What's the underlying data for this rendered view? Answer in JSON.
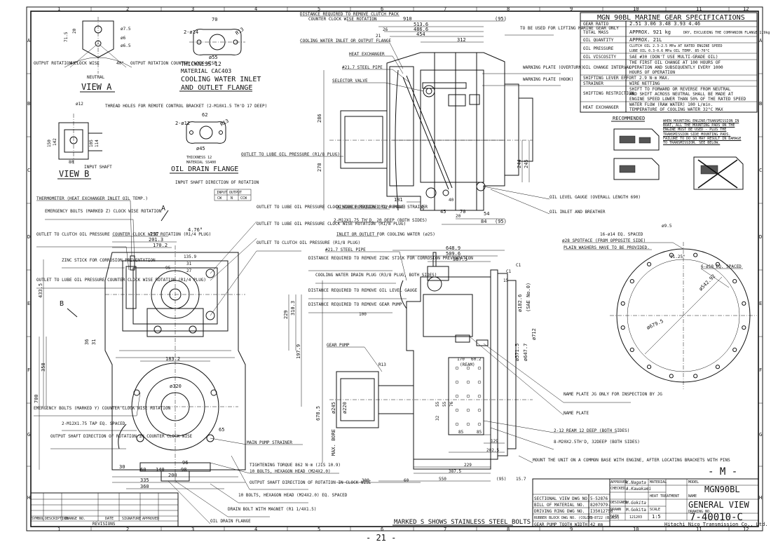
{
  "border": {
    "col_numbers": [
      "1",
      "2",
      "3",
      "4",
      "5",
      "6",
      "7",
      "8",
      "9",
      "10",
      "11",
      "12"
    ],
    "row_letters": [
      "A",
      "B",
      "C",
      "D",
      "E",
      "F",
      "G",
      "H"
    ]
  },
  "page_number": "- 21 -",
  "bottom_note": "MARKED S SHOWS STAINLESS STEEL BOLTS",
  "m_mark": "- M -",
  "specs": {
    "title": "MGN 90BL  MARINE GEAR SPECIFICATIONS",
    "rows": [
      {
        "label": "GEAR RATIO",
        "value": "2.51  3.06  3.48  3.93  4.46"
      },
      {
        "label": "TOTAL MASS",
        "value": "APPROX. 921 kg",
        "note": "DRY, EXCLUDING THE COMPANION FLANGE:119kg"
      },
      {
        "label": "OIL QUANTITY",
        "value": "APPROX. 21L"
      },
      {
        "label": "OIL PRESSURE",
        "value": "CLUTCH OIL 2.3-2.5 MPa  AT RATED ENGINE SPEED",
        "value2": "LUBE OIL  0.3-0.6 MPa  OIL TEMP. 85-70°C"
      },
      {
        "label": "OIL VISCOSITY",
        "value": "SAE #30  (DON'T USE MULTI-GRADE OIL)"
      },
      {
        "label": "OIL CHANGE INTERVAL",
        "value": "THE FIRST OIL CHANGE AT 100 HOURS OF",
        "value2": "OPERATION AND SUBSEQUENTLY EVERY 1000",
        "value3": "HOURS OF OPERATION"
      },
      {
        "label": "SHIFTING LEVER EFFORT",
        "value": "2.9 N·m  MAX."
      },
      {
        "label": "STRAINER",
        "value": "WIRE NETTING"
      },
      {
        "label": "SHIFTING RESTRICTION",
        "value": "SHIFT TO FORWARD OR REVERSE FROM NEUTRAL",
        "value2": "AND SHIFT ACROSS NEUTRAL SHALL BE MADE AT",
        "value3": "ENGINE SPEED LOWER THAN 50% OF THE RATED SPEED"
      },
      {
        "label": "HEAT EXCHANGER",
        "value": "WATER FLOW (RAW WATER)      100 L/min.",
        "value2": "TEMPERATURE OF COOLING WATER  32°C MAX"
      }
    ]
  },
  "recommended": {
    "title": "RECOMMENDED",
    "note": "WHEN MOUNTING ENGINE/TRANSMISSION IN BOAT, ALL THE MOUNTING PADS ON THE ENGINE MUST BE USED - PLUS THE TRANSMISSION SIDE MOUNTING PADS. FAILURE TO DO SO MAY RESULT IN DAMAGE TO TRANSMISSION. SEE BELOW."
  },
  "view_a": {
    "title": "VIEW A",
    "labels": [
      "OUTPUT ROTATION CLOCK WISE",
      "OUTPUT ROTATION COUNTER CLOCK WISE",
      "NEUTRAL"
    ],
    "dims": [
      "71.5",
      "20",
      "ø7.5",
      "ø6",
      "ø6.5",
      "40°",
      "40°"
    ]
  },
  "view_b": {
    "title": "VIEW B",
    "labels": [
      "THREAD HOLES FOR REMOTE CONTROL BRACKET (2-M10X1.5 TH'D 17 DEEP)",
      "INPUT SHAFT"
    ],
    "dims": [
      "ø12",
      "150",
      "142",
      "105",
      "114",
      "80"
    ]
  },
  "flange_cooling": {
    "title1": "COOLING WATER INLET",
    "title2": "AND OUTLET FLANGE",
    "thickness": "THICKNESS   12",
    "material": "MATERIAL   CAC403",
    "dims": [
      "70",
      "2-ø14",
      "ø55",
      "R13"
    ]
  },
  "flange_drain": {
    "title": "OIL DRAIN FLANGE",
    "thickness": "THICKNESS   12",
    "material": "MATERIAL   SS400",
    "dims": [
      "62",
      "2-ø12",
      "ø45",
      "R13"
    ]
  },
  "side_view": {
    "top_dims": [
      "910",
      "(95)",
      "513.6",
      "486.6",
      "454",
      "312",
      "26",
      "21"
    ],
    "dims": [
      "286",
      "278",
      "244",
      "245",
      "181",
      "27",
      "40",
      "20",
      "54",
      "84",
      "(95)",
      "70",
      "45"
    ],
    "labels": [
      "DISTANCE REQUIRED TO REMOVE CLUTCH PACK",
      "COUNTER CLOCK WISE ROTATION",
      "COOLING WATER INLET OR OUTPUT FLANGE",
      "HEAT EXCHANGER",
      "#21.7 STEEL PIPE",
      "SELECTOR VALVE",
      "OUTLET TO LUBE OIL PRESSURE (R1/8 PLUG)",
      "TO BE USED FOR LIFTING MARINE GEAR ONLY",
      "WARNING PLATE (OVERTURN)",
      "WARNING PLATE (HOOK)",
      "OIL LEVEL GAUGE (OVERALL LENGTH 690)",
      "OIL INLET AND BREATHER",
      "DISTANCE REQUIRED TO REMOVE STRAINER",
      "2-M12X1.75 TH'D, 20 DEEP (BOTH SIDES)",
      "INLET OR OUTLET FOR COOLING WATER (ø25)"
    ]
  },
  "front_view": {
    "top_dims": [
      "237",
      "201.3",
      "170.2",
      "4.76°",
      "135.9",
      "95",
      "31",
      "27"
    ],
    "dims": [
      "433.5",
      "36",
      "31",
      "358",
      "700",
      "183.2",
      "197.9",
      "229",
      "310.3",
      "ø320",
      "60",
      "96",
      "30",
      "140",
      "200",
      "335",
      "360",
      "98",
      "65"
    ],
    "labels": [
      "INPUT SHAFT DIRECTION OF ROTATION",
      "THERMOMETER (HEAT EXCHANGER INLET OIL TEMP.)",
      "EMERGENCY BOLTS (MARKED Z) CLOCK WISE ROTATION",
      "OUTLET TO CLUTCH OIL PRESSURE COUNTER CLOCK WISE ROTATION (R1/4 PLUG)",
      "ZINC STICK FOR CORROSION PREVENTATION",
      "OUTLET TO LUBE OIL PRESSURE COUNTER CLOCK WISE ROTATION (R1/4 PLUG)",
      "OUTLET TO LUBE OIL PRESSURE CLOCK WISE ROTATION (R1/4 PLUG)",
      "OUTLET TO LUBE OIL PRESSURE CLOCK WISE ROTATION (R1/8 PLUG)",
      "OUTLET TO CLUTCH OIL PRESSURE (R1/8 PLUG)",
      "EMERGENCY BOLTS (MARKED Y) COUNTER CLOCK WISE ROTATION",
      "2-M12X1.75 TAP EQ. SPACED",
      "OUTPUT SHAFT DIRECTION OF ROTATION IN COUNTER CLOCK WISE",
      "MAIN PUMP STRAINER",
      "TIGHTENING TORQUE 862 N·m (JIS 10.9)",
      "10 BOLTS, HEXAGON HEAD (M24X2.0)",
      "OUTPUT SHAFT DIRECTION OF ROTATION IN CLOCK WISE",
      "10 BOLTS, HEXAGON HEAD (M24X2.0) EQ. SPACED",
      "DRAIN BOLT WITH MAGNET (R1 1/4X1.5)",
      "OIL DRAIN FLANGE"
    ],
    "rotation_table": {
      "head": [
        "INPUT",
        "OUTPUT"
      ],
      "row": [
        "CW",
        "N",
        "CCW"
      ]
    }
  },
  "rear_view": {
    "top_dims": [
      "648.9",
      "509.6",
      "387.5",
      "C1",
      "C1",
      "15"
    ],
    "dims": [
      "ø571.5",
      "ø647.7",
      "ø712",
      "ø245",
      "ø220",
      "ø182.6",
      "(SAE No.0)",
      "170",
      "60.2",
      "(REAM)",
      "R13",
      "MAX. BORE",
      "32",
      "55",
      "55",
      "76",
      "85",
      "85",
      "129",
      "202.5",
      "229",
      "387.5",
      "300",
      "60",
      "550",
      "(95)",
      "15.7",
      "678.5",
      "100"
    ],
    "labels": [
      "#21.7 STEEL PIPE",
      "DISTANCE REQUIRED TO REMOVE ZINC STICK FOR CORROSION PREVENTATION",
      "COOLING WATER DRAIN PLUG (R3/8 PLUG, BOTH SIDES)",
      "DISTANCE REQUIRED TO REMOVE OIL LEVEL GAUGE",
      "DISTANCE REQUIRED TO REMOVE GEAR PUMP",
      "GEAR PUMP",
      "NAME PLATE JG ONLY FOR INSPECTION BY JG",
      "NAME PLATE",
      "2-12 REAM 12 DEEP (BOTH SIDES)",
      "8-M20X2.5TH'D, 32DEEP (BOTH SIDES)",
      "MOUNT THE UNIT ON A COMMON BASE WITH ENGINE, AFTER LOCATING BRACKETS WITH PINS"
    ]
  },
  "flange_circle": {
    "labels": [
      "16-ø14 EQ. SPACED",
      "ø28 SPOTFACE (FROM OPPOSITE SIDE)",
      "PLAIN WASHERS HAVE TO BE PROVIDED.",
      "6-ø18 EQ. SPACED"
    ],
    "dims": [
      "ø9.5",
      "11.25°",
      "ø679.5",
      "ø542.92"
    ]
  },
  "title_block": {
    "left_rows": [
      {
        "label": "SECTIONAL VIEW DWG NO.",
        "value": "5-52876"
      },
      {
        "label": "BILL OF MATERIAL NO.",
        "value": "8207979-"
      },
      {
        "label": "DRIVING RING DWG NO.",
        "value": "I35012750"
      },
      {
        "label": "RUBBER BLOCK DWG NO. (COLOR)",
        "value": "3-8722 (BLACK)"
      },
      {
        "label": "GEAR PUMP TOOTH WIDTH",
        "value": "42 mm"
      }
    ],
    "approved": "APPROVED",
    "checked": "CHECKED",
    "designed": "DESIGNED",
    "drawn": "DRAWN",
    "date": "DATE",
    "names": [
      "K.Nagata",
      "A.Kawakami",
      "M.Gokita",
      "M.Gokita"
    ],
    "date_value": "121203",
    "material": "MATERIAL",
    "heat_treatment": "HEAT TREATMENT",
    "scale_label": "SCALE",
    "scale": "1:5",
    "model_label": "MODEL",
    "model": "MGN90BL",
    "name_label": "NAME",
    "name": "GENERAL VIEW",
    "drawing_no_label": "DRAWING NO.",
    "drawing_no": "7-40010-C",
    "company": "Hitachi Nico Transmission Co., Ltd."
  },
  "revisions": {
    "title": "REVISIONS",
    "head": [
      "SYMBOL",
      "DESCRIPTION",
      "CHANGE NO.",
      "DATE",
      "SIGNATURE",
      "APPROVED"
    ]
  }
}
